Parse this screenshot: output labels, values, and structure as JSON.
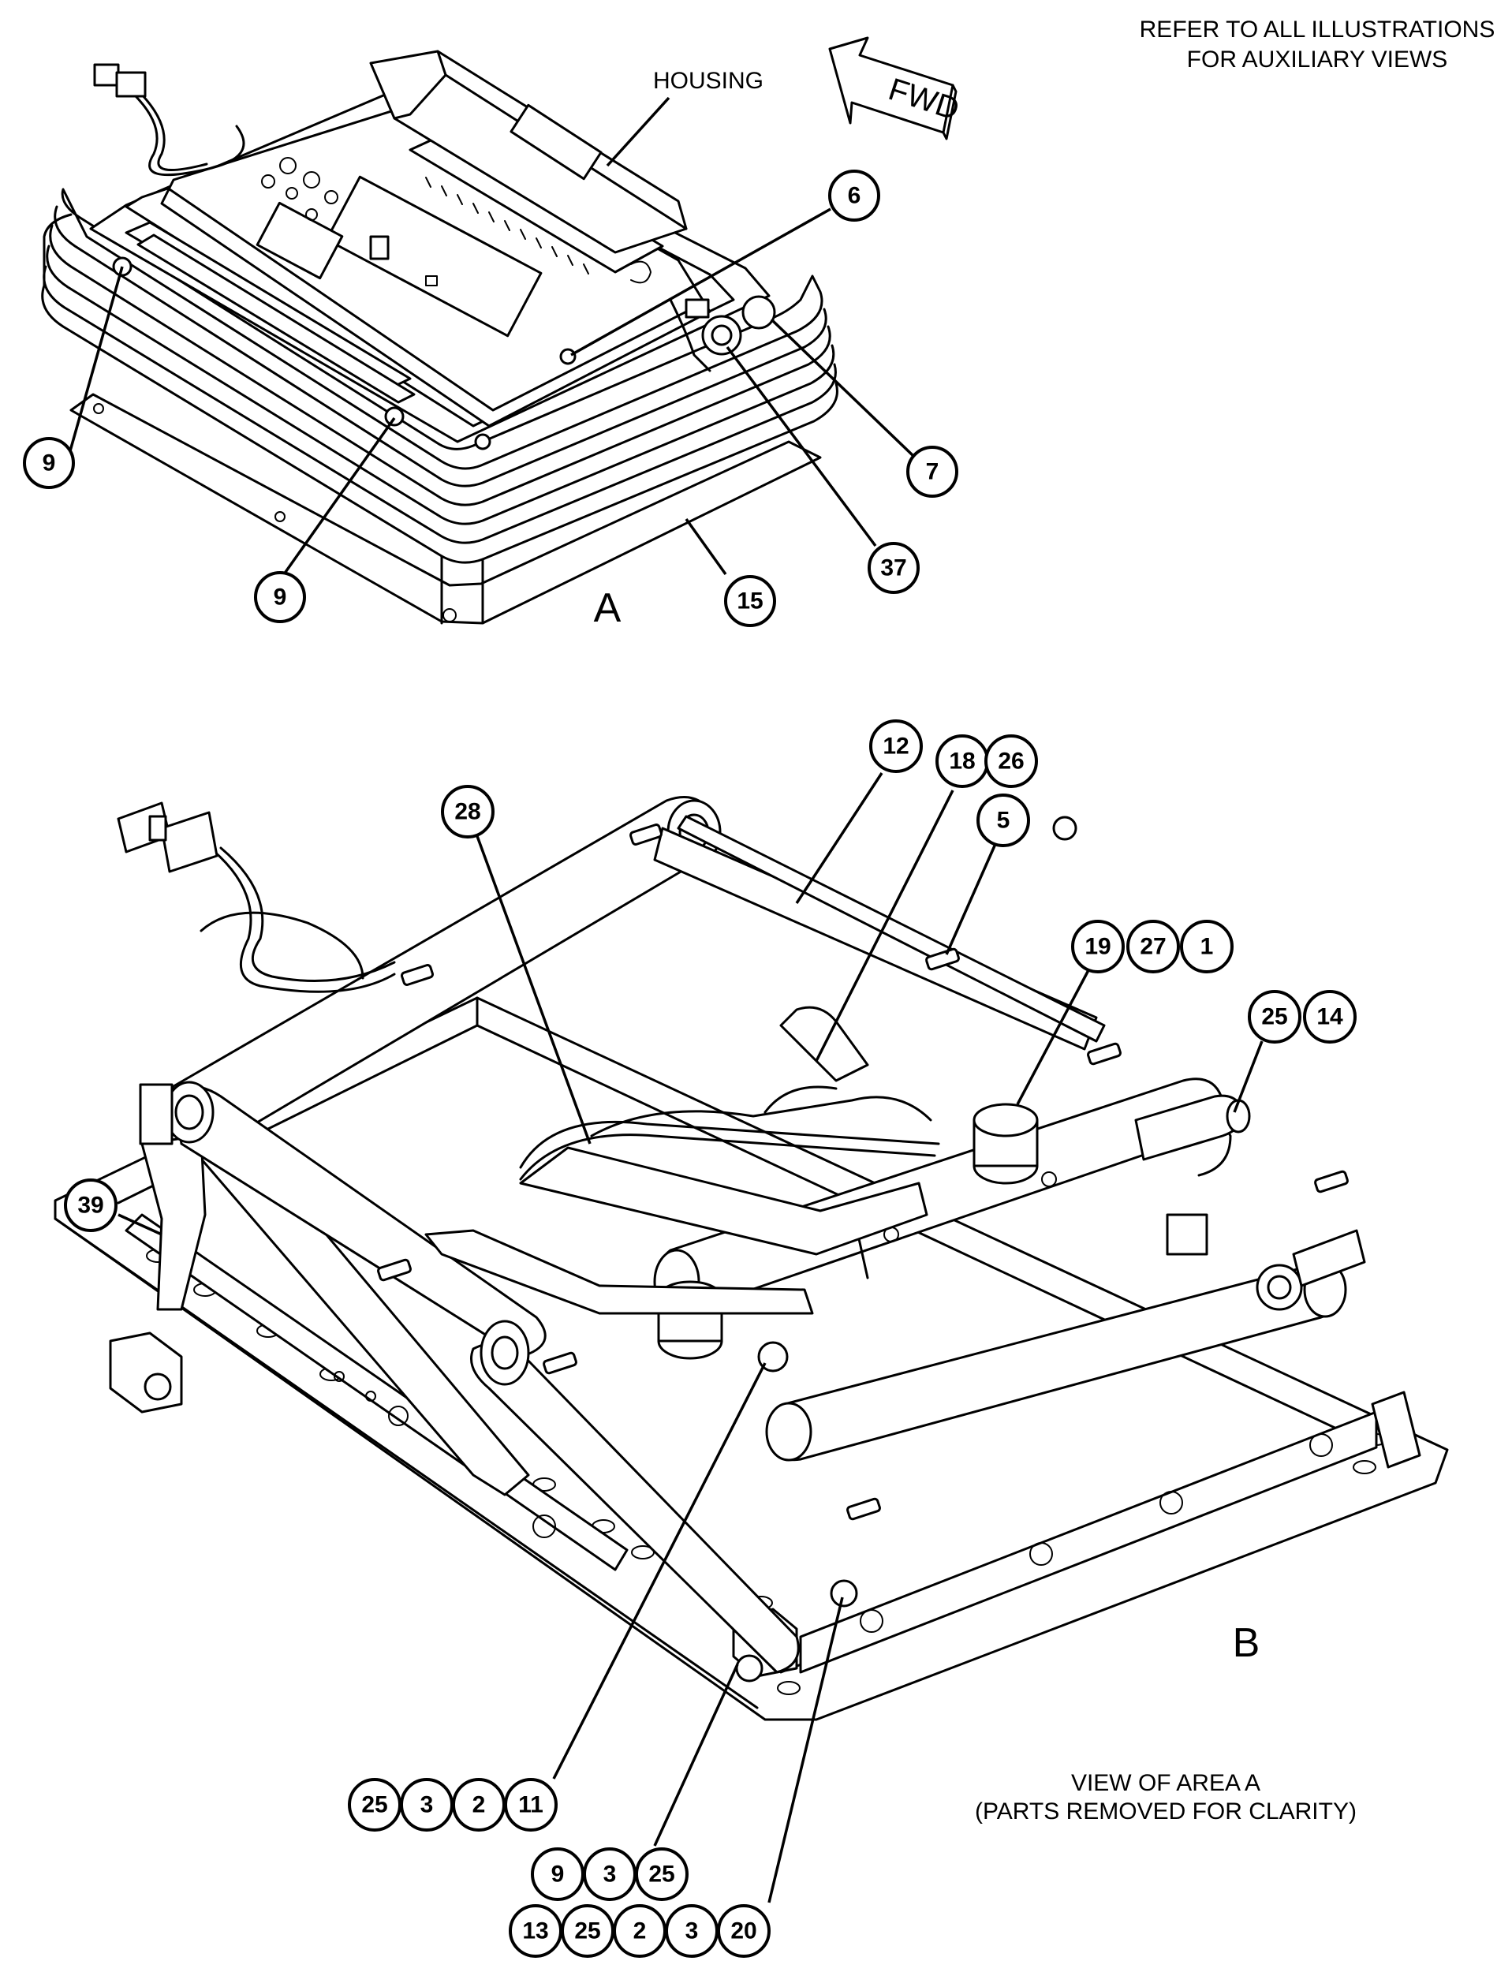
{
  "notes": {
    "refer_line1": "REFER TO ALL ILLUSTRATIONS",
    "refer_line2": "FOR AUXILIARY VIEWS",
    "housing": "HOUSING",
    "fwd": "FWD",
    "view_line1": "VIEW OF AREA A",
    "view_line2": "(PARTS REMOVED FOR CLARITY)"
  },
  "views": {
    "a": "A",
    "b": "B"
  },
  "callouts": {
    "a_6": "6",
    "a_9_left": "9",
    "a_9_bottom": "9",
    "a_7": "7",
    "a_37": "37",
    "a_15": "15",
    "b_12": "12",
    "b_18": "18",
    "b_26": "26",
    "b_5": "5",
    "b_28": "28",
    "b_19": "19",
    "b_27": "27",
    "b_1": "1",
    "b_25_top": "25",
    "b_14": "14",
    "b_39": "39",
    "g1_25": "25",
    "g1_3": "3",
    "g1_2": "2",
    "g1_11": "11",
    "g2_9": "9",
    "g2_3": "3",
    "g2_25": "25",
    "g3_13": "13",
    "g3_25": "25",
    "g3_2": "2",
    "g3_3": "3",
    "g3_20": "20"
  }
}
